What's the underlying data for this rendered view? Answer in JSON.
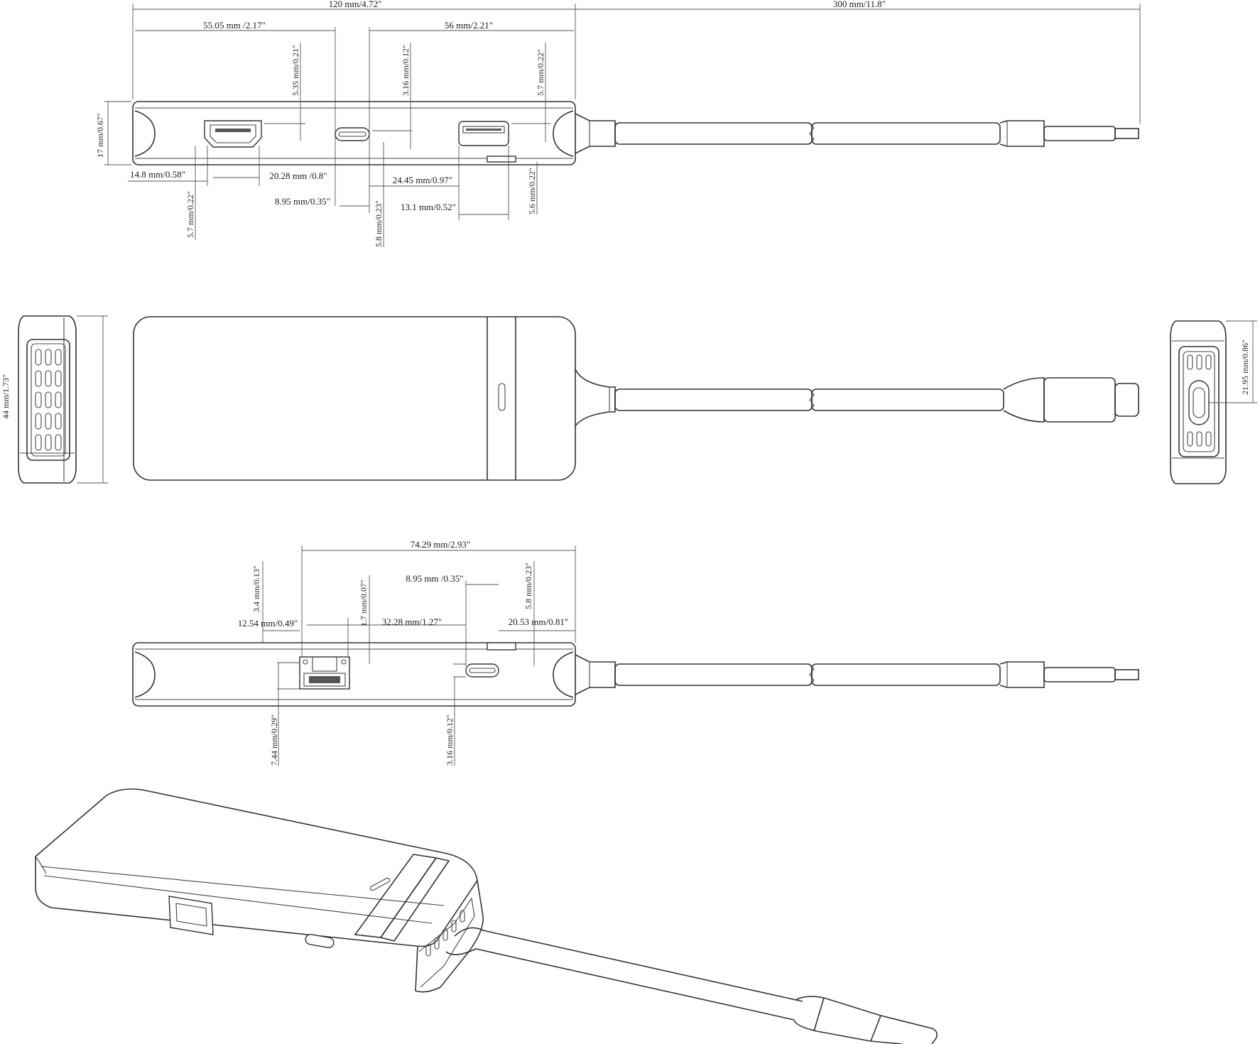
{
  "top_view": {
    "dims": {
      "overall_length": "120 mm/4.72\"",
      "cable_length": "300 mm/11.8\"",
      "hdmi_to_usbc": "55.05 mm /2.17\"",
      "usbc_to_end": "56 mm/2.21\"",
      "hdmi_height": "5.35 mm/0.21\"",
      "usbc_height": "3.16 mm/0.12\"",
      "usba_height": "5.7 mm/0.22\"",
      "body_height": "17 mm/0.67\"",
      "hdmi_offset": "14.8 mm/0.58\"",
      "hdmi_width": "20.28 mm /0.8\"",
      "usbc_to_usba": "24.45 mm/0.97\"",
      "usbc_width": "8.95 mm/0.35\"",
      "usba_width": "13.1 mm/0.52\"",
      "hdmi_bottom": "5.7 mm/0.22\"",
      "usbc_bottom": "5.8 mm/0.23\"",
      "usba_bottom": "5.6 mm/0.22\""
    }
  },
  "middle_view": {
    "dims": {
      "width": "44 mm/1.73\"",
      "connector_width": "21.95 mm/0.86\""
    }
  },
  "side_view": {
    "dims": {
      "rj45_to_end": "74.29 mm/2.93\"",
      "rj45_top": "3.4 mm/0.13\"",
      "led_height": "1.7 mm/0.07\"",
      "usbc_width": "8.95 mm /0.35\"",
      "usbc_bottom": "5.8 mm/0.23\"",
      "rj45_offset": "12.54 mm/0.49\"",
      "rj45_to_usbc": "32.28 mm/1.27\"",
      "usbc_to_end": "20.53 mm/0.81\"",
      "rj45_height": "7.44 mm/0.29\"",
      "usbc_height": "3.16 mm/0.12\""
    }
  }
}
